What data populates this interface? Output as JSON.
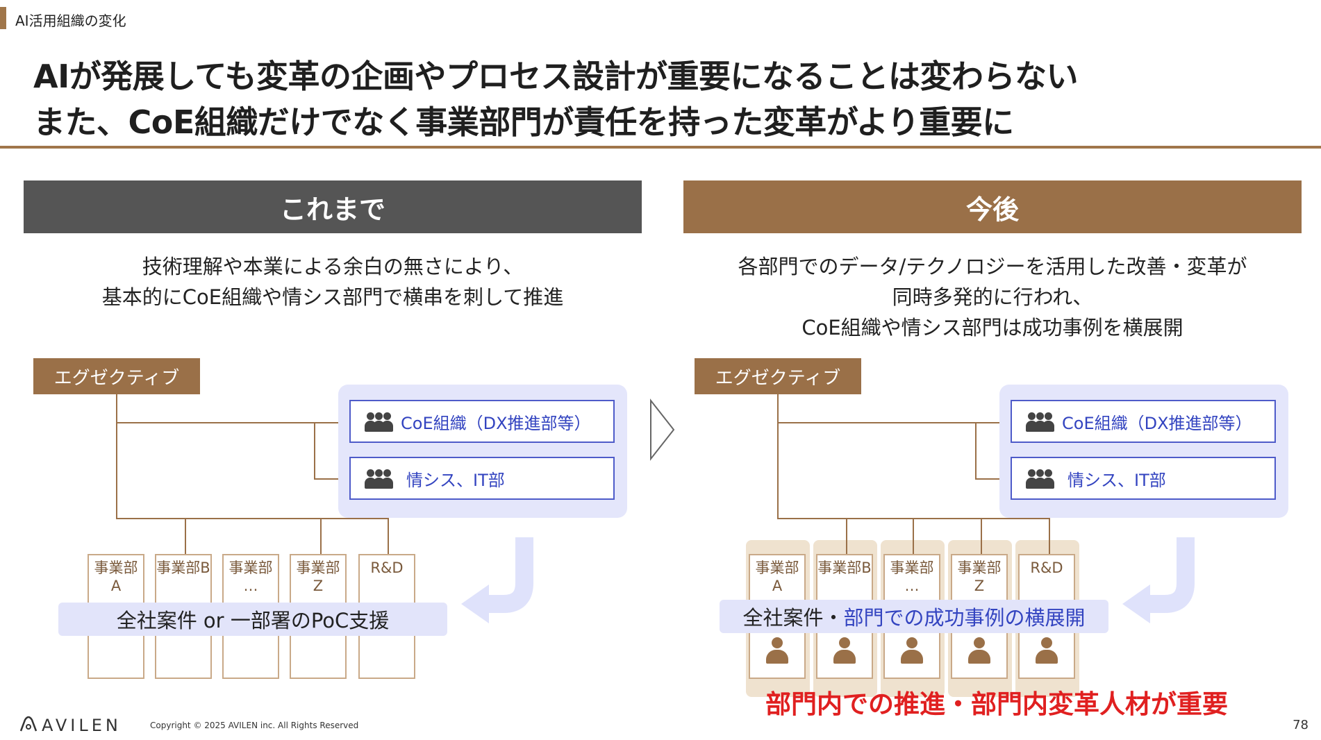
{
  "section_tag": "AI活用組織の変化",
  "title": {
    "line1": "AIが発展しても変革の企画やプロセス設計が重要になることは変わらない",
    "line2": "また、CoE組織だけでなく事業部門が責任を持った変革がより重要に"
  },
  "left": {
    "header": "これまで",
    "desc_lines": [
      "技術理解や本業による余白の無さにより、",
      "基本的にCoE組織や情シス部門で横串を刺して推進"
    ],
    "executive": "エグゼクティブ",
    "coe_label": "CoE組織（DX推進部等）",
    "it_label": "情シス、IT部",
    "departments": [
      {
        "line1": "事業部",
        "line2": "A"
      },
      {
        "line1": "事業部B",
        "line2": ""
      },
      {
        "line1": "事業部",
        "line2": "…"
      },
      {
        "line1": "事業部",
        "line2": "Z"
      },
      {
        "line1": "R&D",
        "line2": ""
      }
    ],
    "banner": "全社案件 or 一部署のPoC支援"
  },
  "right": {
    "header": "今後",
    "desc_lines": [
      "各部門でのデータ/テクノロジーを活用した改善・変革が",
      "同時多発的に行われ、",
      "CoE組織や情シス部門は成功事例を横展開"
    ],
    "executive": "エグゼクティブ",
    "coe_label": "CoE組織（DX推進部等）",
    "it_label": "情シス、IT部",
    "departments": [
      {
        "line1": "事業部",
        "line2": "A"
      },
      {
        "line1": "事業部B",
        "line2": ""
      },
      {
        "line1": "事業部",
        "line2": "…"
      },
      {
        "line1": "事業部",
        "line2": "Z"
      },
      {
        "line1": "R&D",
        "line2": ""
      }
    ],
    "banner_black": "全社案件・",
    "banner_blue": "部門での成功事例の横展開",
    "conclusion": "部門内での推進・部門内変革人材が重要"
  },
  "footer": {
    "logo": "AVILEN",
    "copyright": "Copyright © 2025 AVILEN inc. All Rights Reserved",
    "page_number": "78"
  },
  "colors": {
    "brown": "#9a7048",
    "dark_gray": "#555555",
    "blue": "#3344c0",
    "lavender": "#e4e6fb",
    "red": "#e02020"
  }
}
